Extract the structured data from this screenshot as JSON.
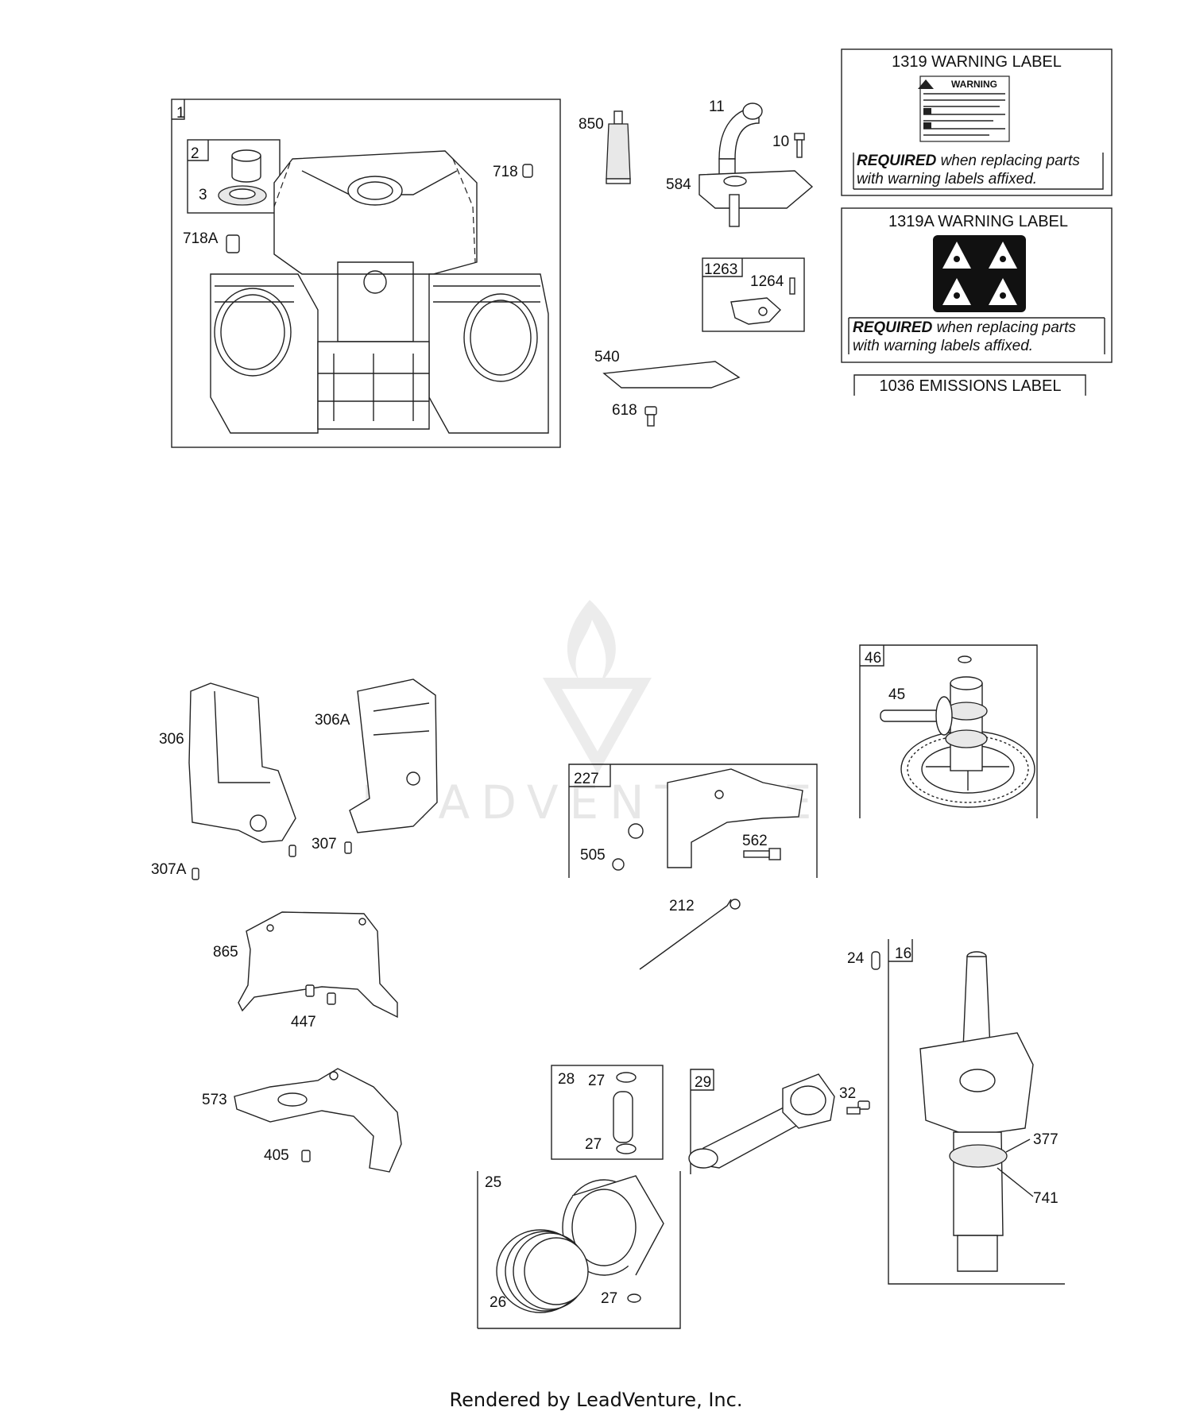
{
  "labels": {
    "p1": "1",
    "p2": "2",
    "p3": "3",
    "p718": "718",
    "p718a": "718A",
    "p850": "850",
    "p11": "11",
    "p10": "10",
    "p584": "584",
    "p1263": "1263",
    "p1264": "1264",
    "p540": "540",
    "p618": "618",
    "p306": "306",
    "p306a": "306A",
    "p307": "307",
    "p307a": "307A",
    "p865": "865",
    "p447": "447",
    "p573": "573",
    "p405": "405",
    "p227": "227",
    "p505": "505",
    "p562": "562",
    "p212": "212",
    "p46": "46",
    "p45": "45",
    "p24": "24",
    "p16": "16",
    "p377": "377",
    "p741": "741",
    "p28": "28",
    "p27a": "27",
    "p27b": "27",
    "p27c": "27",
    "p25": "25",
    "p26": "26",
    "p29": "29",
    "p32": "32"
  },
  "warning_1319": {
    "title": "1319 WARNING LABEL",
    "decal_heading": "WARNING",
    "required_bold": "REQUIRED",
    "required_rest": "when replacing parts",
    "required_line2": "with warning labels affixed."
  },
  "warning_1319a": {
    "title": "1319A WARNING LABEL",
    "required_bold": "REQUIRED",
    "required_rest": "when replacing parts",
    "required_line2": "with warning labels affixed."
  },
  "emissions_1036": {
    "title": "1036 EMISSIONS LABEL"
  },
  "watermark": "LEADVENTURE",
  "footer": "Rendered by LeadVenture, Inc."
}
